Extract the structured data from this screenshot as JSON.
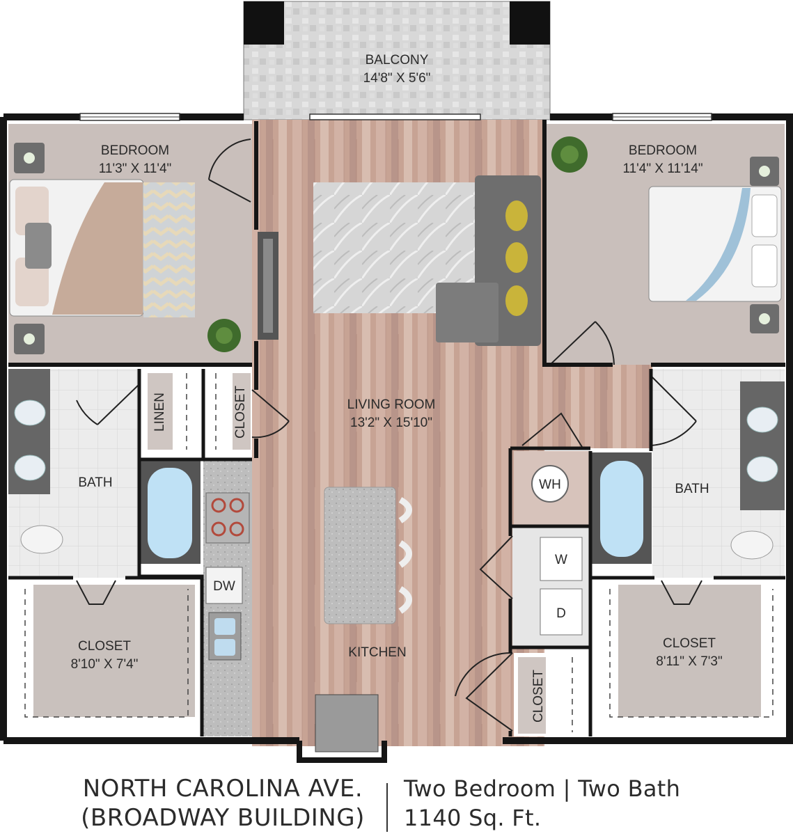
{
  "rooms": {
    "balcony": {
      "name": "BALCONY",
      "size": "14'8\" X 5'6\""
    },
    "bedroom_left": {
      "name": "BEDROOM",
      "size": "11'3\" X 11'4\""
    },
    "bedroom_right": {
      "name": "BEDROOM",
      "size": "11'4\" X 11'14\""
    },
    "living_room": {
      "name": "LIVING ROOM",
      "size": "13'2\" X 15'10\""
    },
    "bath_left": {
      "name": "BATH"
    },
    "bath_right": {
      "name": "BATH"
    },
    "linen": {
      "name": "LINEN"
    },
    "closet_hall": {
      "name": "CLOSET"
    },
    "closet_kitchen": {
      "name": "CLOSET"
    },
    "closet_left": {
      "name": "CLOSET",
      "size": "8'10\" X 7'4\""
    },
    "closet_right": {
      "name": "CLOSET",
      "size": "8'11\" X 7'3\""
    },
    "kitchen": {
      "name": "KITCHEN"
    }
  },
  "appliances": {
    "water_heater": "WH",
    "washer": "W",
    "dryer": "D",
    "dishwasher": "DW"
  },
  "caption": {
    "building_line1": "NORTH CAROLINA AVE.",
    "building_line2": "(BROADWAY BUILDING)",
    "unit_type": "Two Bedroom | Two Bath",
    "area": "1140 Sq. Ft."
  },
  "colors": {
    "wall": "#151515",
    "wood_floor": "#c8a79a",
    "carpet": "#c9bfbb",
    "tile": "#e9e9e9",
    "balcony": "#d6d6d6",
    "accent_yellow": "#c9b43a"
  }
}
